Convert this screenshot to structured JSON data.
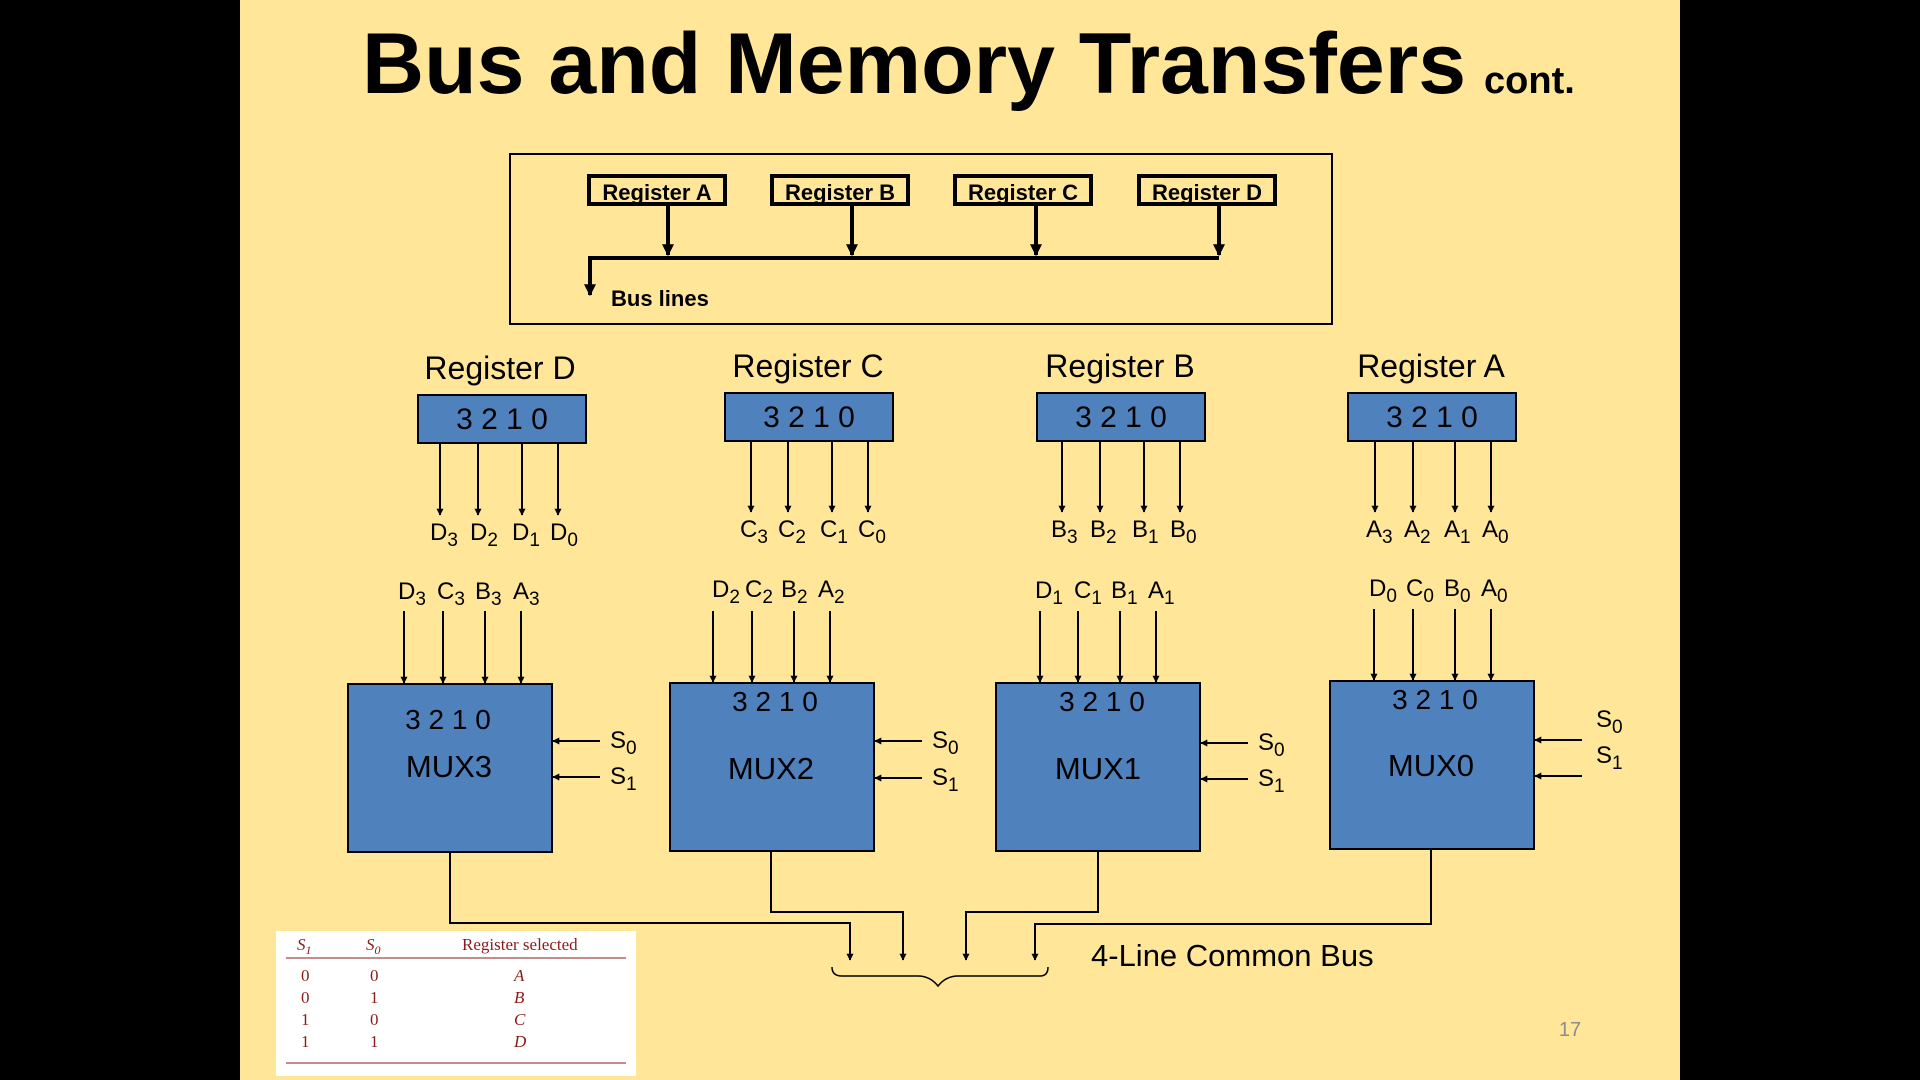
{
  "slide": {
    "title": "Bus and Memory Transfers",
    "title_suffix": "cont.",
    "slide_number": "17"
  },
  "top_diagram": {
    "registers": [
      "Register A",
      "Register B",
      "Register C",
      "Register D"
    ],
    "bus_label": "Bus lines"
  },
  "registers": [
    {
      "title": "Register D",
      "cells": "3 2 1 0",
      "letter": "D",
      "outputs": [
        "3",
        "2",
        "1",
        "0"
      ]
    },
    {
      "title": "Register C",
      "cells": "3 2 1 0",
      "letter": "C",
      "outputs": [
        "3",
        "2",
        "1",
        "0"
      ]
    },
    {
      "title": "Register B",
      "cells": "3 2 1 0",
      "letter": "B",
      "outputs": [
        "3",
        "2",
        "1",
        "0"
      ]
    },
    {
      "title": "Register A",
      "cells": "3 2 1 0",
      "letter": "A",
      "outputs": [
        "3",
        "2",
        "1",
        "0"
      ]
    }
  ],
  "muxes": [
    {
      "name": "MUX3",
      "cells": "3 2 1 0",
      "bit": "3",
      "inputs": [
        "D",
        "C",
        "B",
        "A"
      ],
      "s0": "S",
      "s1": "S"
    },
    {
      "name": "MUX2",
      "cells": "3 2 1 0",
      "bit": "2",
      "inputs": [
        "D",
        "C",
        "B",
        "A"
      ],
      "s0": "S",
      "s1": "S"
    },
    {
      "name": "MUX1",
      "cells": "3 2 1 0",
      "bit": "1",
      "inputs": [
        "D",
        "C",
        "B",
        "A"
      ],
      "s0": "S",
      "s1": "S"
    },
    {
      "name": "MUX0",
      "cells": "3 2 1 0",
      "bit": "0",
      "inputs": [
        "D",
        "C",
        "B",
        "A"
      ],
      "s0": "S",
      "s1": "S"
    }
  ],
  "select_subscripts": [
    "0",
    "1"
  ],
  "bus_label": "4-Line Common Bus",
  "selection_table": {
    "headers": {
      "s1": "S",
      "s1_sub": "1",
      "s0": "S",
      "s0_sub": "0",
      "selected": "Register selected"
    },
    "rows": [
      {
        "s1": "0",
        "s0": "0",
        "reg": "A"
      },
      {
        "s1": "0",
        "s0": "1",
        "reg": "B"
      },
      {
        "s1": "1",
        "s0": "0",
        "reg": "C"
      },
      {
        "s1": "1",
        "s0": "1",
        "reg": "D"
      }
    ]
  },
  "colors": {
    "background": "#ffe699",
    "block_fill": "#4f81bd",
    "table_text": "#8b1a1a"
  }
}
